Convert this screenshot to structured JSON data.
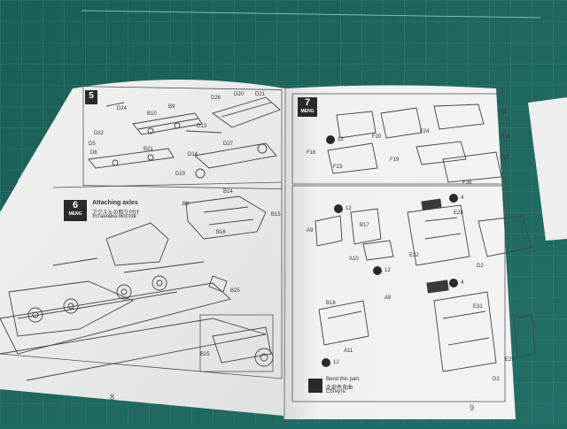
{
  "photo": {
    "subject": "model kit instruction manual on cutting mat",
    "colors": {
      "mat": "#1f6b63",
      "mat_grid": "#4f9a8e",
      "paper": "#eeefee",
      "paper_shadow": "#c9cccb",
      "ink": "#3a3a3a",
      "step_badge": "#2a2a2a"
    }
  },
  "left_page": {
    "page_number": "8",
    "step5": {
      "number": "5"
    },
    "step6": {
      "number": "6",
      "brand": "MENG",
      "title": "Attaching axles",
      "title_jp": "アクスルの取り付け",
      "title_ru": "Установка мостов"
    },
    "labels": [
      "D24",
      "B10",
      "B9",
      "D22",
      "D26",
      "D20",
      "D21",
      "D13",
      "D6",
      "D5",
      "B21",
      "D27",
      "D14",
      "D23",
      "B14",
      "B8",
      "B15",
      "B16",
      "B25",
      "B25"
    ]
  },
  "right_page": {
    "page_number": "9",
    "step7": {
      "number": "7",
      "brand": "MENG"
    },
    "labels": [
      "F16",
      "F20",
      "F24",
      "F23",
      "F19",
      "F15",
      "F36",
      "F18",
      "F17",
      "E28",
      "A9",
      "B17",
      "A10",
      "E32",
      "D2",
      "B18",
      "A8",
      "E31",
      "A11",
      "E29",
      "D2"
    ],
    "qty": [
      "12",
      "12",
      "12",
      "4",
      "12",
      "4"
    ],
    "captions": {
      "bend_title": "Bend this part.",
      "bend_jp": "此部件弯曲",
      "bend_ru": "Согнуть"
    }
  }
}
